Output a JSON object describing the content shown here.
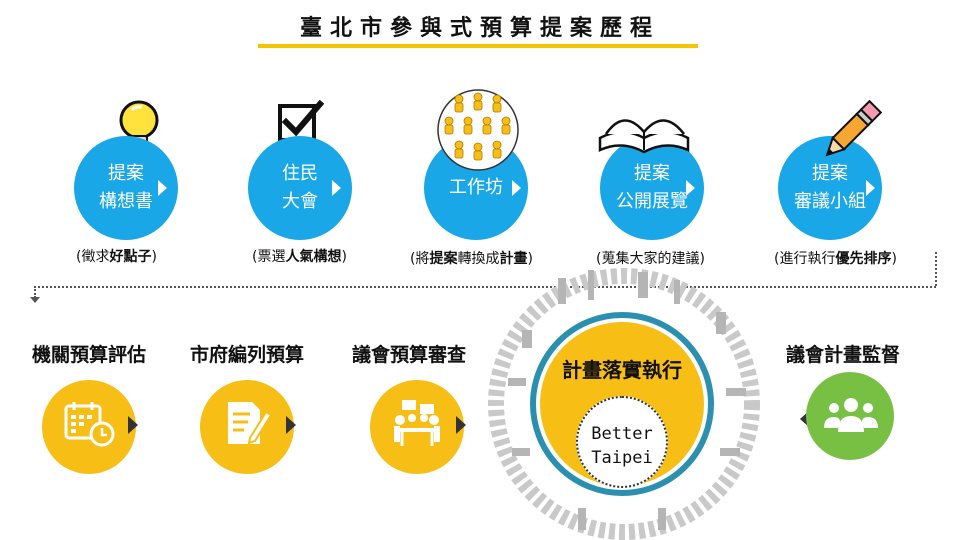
{
  "title": "臺北市參與式預算提案歷程",
  "top_steps": [
    {
      "label": "提案\n構想書",
      "note_pre": "(徵求",
      "note_bold": "好點子",
      "note_post": ")",
      "icon": "lightbulb-icon"
    },
    {
      "label": "住民\n大會",
      "note_pre": "(票選",
      "note_bold": "人氣構想",
      "note_post": ")",
      "icon": "checkbox-icon"
    },
    {
      "label": "工作坊",
      "note_pre": "(將",
      "note_bold": "提案",
      "note_mid": "轉換成",
      "note_bold2": "計畫",
      "note_post": ")",
      "icon": "people-group-icon"
    },
    {
      "label": "提案\n公開展覽",
      "note_pre": "(蒐集大家的建議",
      "note_bold": "",
      "note_post": ")",
      "icon": "open-book-icon"
    },
    {
      "label": "提案\n審議小組",
      "note_pre": "(進行執行",
      "note_bold": "優先排序",
      "note_post": ")",
      "icon": "pencil-icon"
    }
  ],
  "bottom_steps": [
    {
      "label": "機關預算評估",
      "icon": "calendar-clock-icon"
    },
    {
      "label": "市府編列預算",
      "icon": "document-edit-icon"
    },
    {
      "label": "議會預算審查",
      "icon": "meeting-icon"
    }
  ],
  "center": {
    "label": "計畫落實執行",
    "badge_line1": "Better",
    "badge_line2": "Taipei"
  },
  "last_step": {
    "label": "議會計畫監督",
    "icon": "users-icon"
  },
  "colors": {
    "blue": "#1aa7e8",
    "yellow": "#f7be16",
    "green": "#77c043",
    "accent": "#f5c400"
  }
}
